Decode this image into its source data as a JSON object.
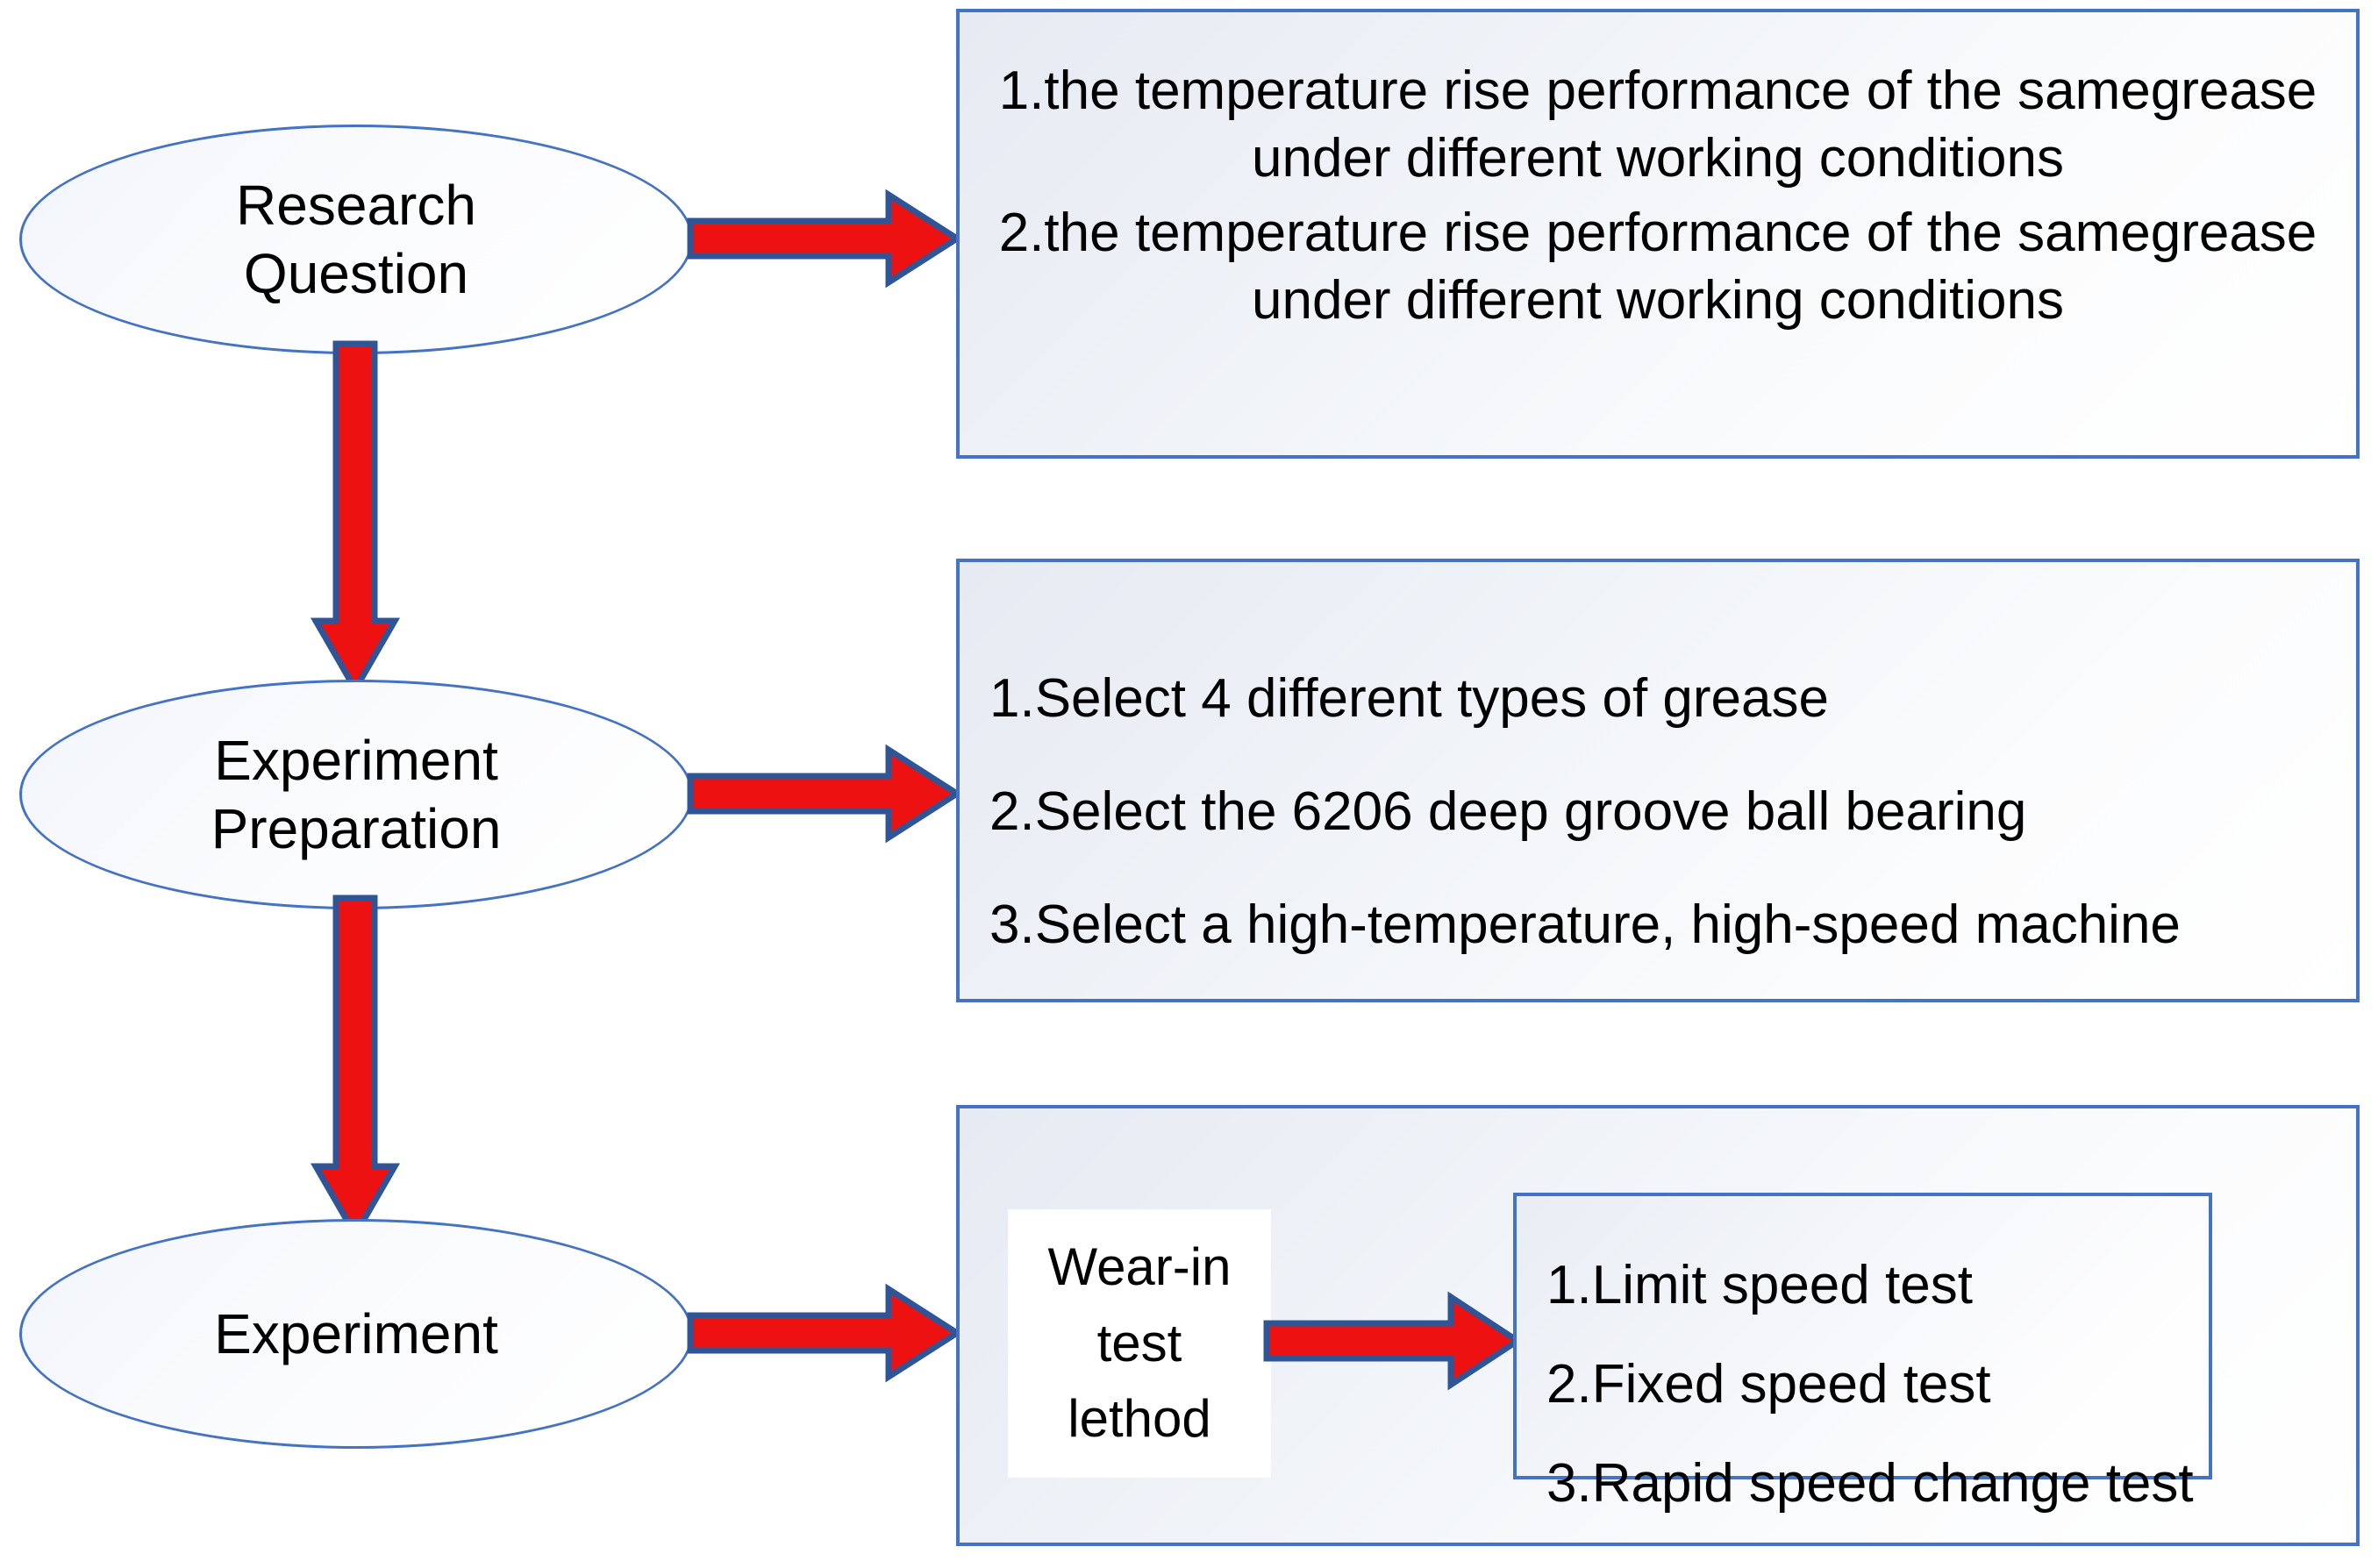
{
  "diagram": {
    "title": "Research workflow flowchart",
    "colors": {
      "arrow_fill": "#EE1111",
      "arrow_outline": "#2F5597",
      "box_border": "#4472C4",
      "ellipse_border": "#4472C4",
      "panel_fill_start": "#E6EAF2",
      "panel_fill_end": "#FFFFFF",
      "text": "#000000"
    }
  },
  "stages": [
    {
      "id": "research-question",
      "label": "Research\nQuestion"
    },
    {
      "id": "experiment-preparation",
      "label": "Experiment\nPreparation"
    },
    {
      "id": "experiment",
      "label": "Experiment"
    }
  ],
  "panels": [
    {
      "id": "research-question-panel",
      "lines": [
        "1.the temperature rise performance of the samegrease under different working conditions",
        "2.the temperature rise performance of the samegrease under different working conditions"
      ]
    },
    {
      "id": "experiment-preparation-panel",
      "lines": [
        "1.Select 4 different types of grease",
        "2.Select the 6206 deep groove ball bearing",
        "3.Select a high-temperature, high-speed machine"
      ]
    },
    {
      "id": "experiment-panel",
      "method_box": {
        "label": "Wear-in\ntest\nlethod"
      },
      "tests": [
        "1.Limit speed test",
        "2.Fixed speed test",
        "3.Rapid speed change test"
      ]
    }
  ],
  "arrows": [
    {
      "id": "arrow-question-to-panel1",
      "direction": "right"
    },
    {
      "id": "arrow-question-to-preparation",
      "direction": "down"
    },
    {
      "id": "arrow-preparation-to-panel2",
      "direction": "right"
    },
    {
      "id": "arrow-preparation-to-experiment",
      "direction": "down"
    },
    {
      "id": "arrow-experiment-to-panel3",
      "direction": "right"
    },
    {
      "id": "arrow-method-to-tests",
      "direction": "right"
    }
  ]
}
